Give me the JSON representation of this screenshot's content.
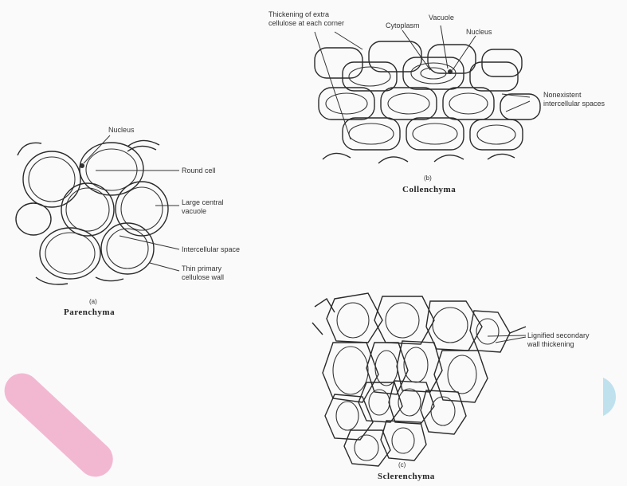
{
  "parenchyma": {
    "caption": "(a)",
    "title": "Parenchyma",
    "labels": {
      "nucleus": "Nucleus",
      "round_cell": "Round cell",
      "vacuole_1": "Large central",
      "vacuole_2": "vacuole",
      "intercellular": "Intercellular space",
      "wall_1": "Thin primary",
      "wall_2": "cellulose wall"
    }
  },
  "collenchyma": {
    "caption": "(b)",
    "title": "Collenchyma",
    "labels": {
      "thickening_1": "Thickening of extra",
      "thickening_2": "cellulose at each corner",
      "cytoplasm": "Cytoplasm",
      "vacuole": "Vacuole",
      "nucleus": "Nucleus",
      "space_1": "Nonexistent",
      "space_2": "intercellular spaces"
    }
  },
  "sclerenchyma": {
    "caption": "(c)",
    "title": "Sclerenchyma",
    "labels": {
      "lignified_1": "Lignified secondary",
      "lignified_2": "wall thickening"
    }
  },
  "colors": {
    "pink_accent": "#f2b8d2",
    "blue_accent": "#bfe1ee",
    "ink": "#2a2a2a"
  }
}
